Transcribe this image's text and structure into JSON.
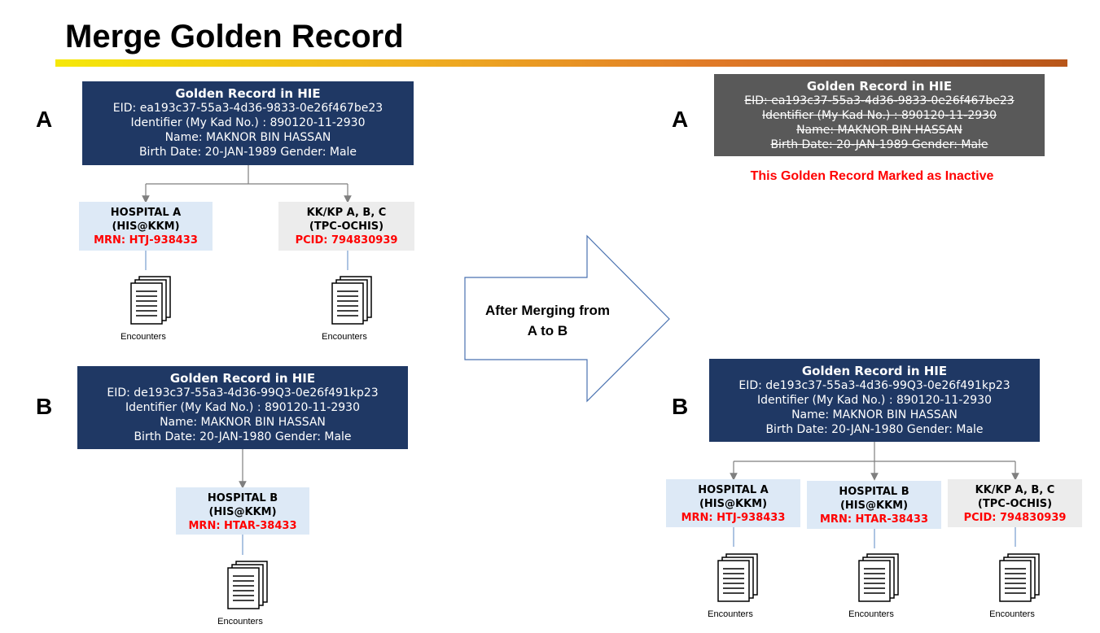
{
  "title": "Merge Golden Record",
  "arrow_text_line1": "After Merging from",
  "arrow_text_line2": "A to B",
  "inactive_message": "This Golden Record Marked as Inactive",
  "encounters_label": "Encounters",
  "colors": {
    "golden_record_bg": "#1f3864",
    "inactive_bg": "#595959",
    "hospital_bg": "#dde9f6",
    "kk_bg": "#ececec",
    "id_red": "#ff0000"
  },
  "before": {
    "a": {
      "label": "A",
      "record": {
        "title": "Golden Record in HIE",
        "eid": "EID: ea193c37-55a3-4d36-9833-0e26f467be23",
        "identifier": "Identifier (My Kad No.) : 890120-11-2930",
        "name": "Name: MAKNOR BIN HASSAN",
        "birth": "Birth Date: 20-JAN-1989 Gender: Male"
      },
      "sources": [
        {
          "line1": "HOSPITAL A",
          "line2": "(HIS@KKM)",
          "id": "MRN: HTJ-938433"
        },
        {
          "line1": "KK/KP A, B, C",
          "line2": "(TPC-OCHIS)",
          "id": "PCID: 794830939"
        }
      ]
    },
    "b": {
      "label": "B",
      "record": {
        "title": "Golden Record in HIE",
        "eid": "EID: de193c37-55a3-4d36-99Q3-0e26f491kp23",
        "identifier": "Identifier (My Kad No.) : 890120-11-2930",
        "name": "Name: MAKNOR BIN HASSAN",
        "birth": "Birth Date: 20-JAN-1980 Gender: Male"
      },
      "sources": [
        {
          "line1": "HOSPITAL B",
          "line2": "(HIS@KKM)",
          "id": "MRN: HTAR-38433"
        }
      ]
    }
  },
  "after": {
    "a": {
      "label": "A",
      "record": {
        "title": "Golden Record in HIE",
        "eid": "EID: ea193c37-55a3-4d36-9833-0e26f467be23",
        "identifier": "Identifier (My Kad No.) : 890120-11-2930",
        "name": "Name: MAKNOR BIN HASSAN",
        "birth": "Birth Date: 20-JAN-1989 Gender: Male"
      }
    },
    "b": {
      "label": "B",
      "record": {
        "title": "Golden Record in HIE",
        "eid": "EID: de193c37-55a3-4d36-99Q3-0e26f491kp23",
        "identifier": "Identifier (My Kad No.) : 890120-11-2930",
        "name": "Name: MAKNOR BIN HASSAN",
        "birth": "Birth Date: 20-JAN-1980 Gender: Male"
      },
      "sources": [
        {
          "line1": "HOSPITAL A",
          "line2": "(HIS@KKM)",
          "id": "MRN: HTJ-938433"
        },
        {
          "line1": "HOSPITAL B",
          "line2": "(HIS@KKM)",
          "id": "MRN: HTAR-38433"
        },
        {
          "line1": "KK/KP A, B, C",
          "line2": "(TPC-OCHIS)",
          "id": "PCID: 794830939"
        }
      ]
    }
  }
}
